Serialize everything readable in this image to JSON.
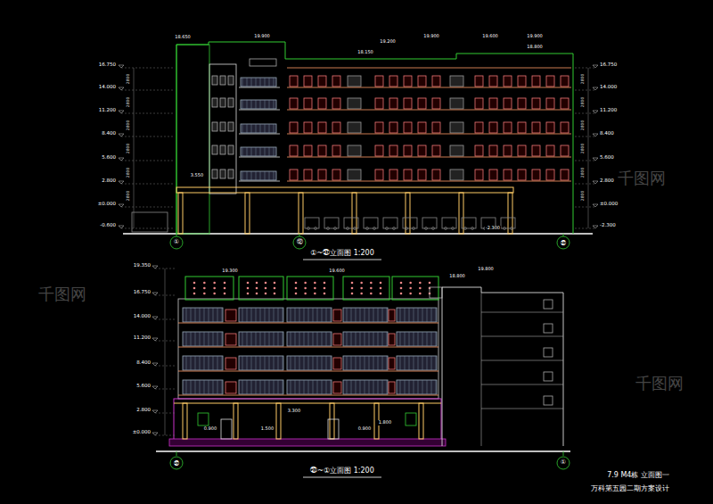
{
  "diagram": {
    "labels": [
      "①~㊲立面图 1:200",
      "㊲~①立面图 1:200",
      "7.9  M4栋  立面图一",
      "万科第五园二期方案设计",
      "①",
      "⑫",
      "㊲",
      "㊲",
      "①",
      "16.750",
      "14.000",
      "11.200",
      "8.400",
      "5.600",
      "2.800",
      "±0.000",
      "-0.600",
      "16.750",
      "14.000",
      "11.200",
      "8.400",
      "5.600",
      "2.800",
      "±0.000",
      "-2.300",
      "19.350",
      "16.750",
      "14.000",
      "11.200",
      "8.400",
      "5.600",
      "2.800",
      "±0.000",
      "19.900",
      "18.650",
      "19.200",
      "19.900",
      "18.150",
      "19.600",
      "19.900",
      "18.800",
      "19.300",
      "19.600",
      "18.800",
      "19.800",
      "3.550",
      "-2.300",
      "3.300",
      "1.800",
      "0.900",
      "0.900",
      "1.500",
      "2800",
      "2800",
      "2800",
      "2800",
      "2800",
      "2800",
      "2800",
      "2800",
      "2800",
      "2800",
      "2800",
      "2800",
      "千图网",
      "千图网",
      "千图网"
    ]
  }
}
